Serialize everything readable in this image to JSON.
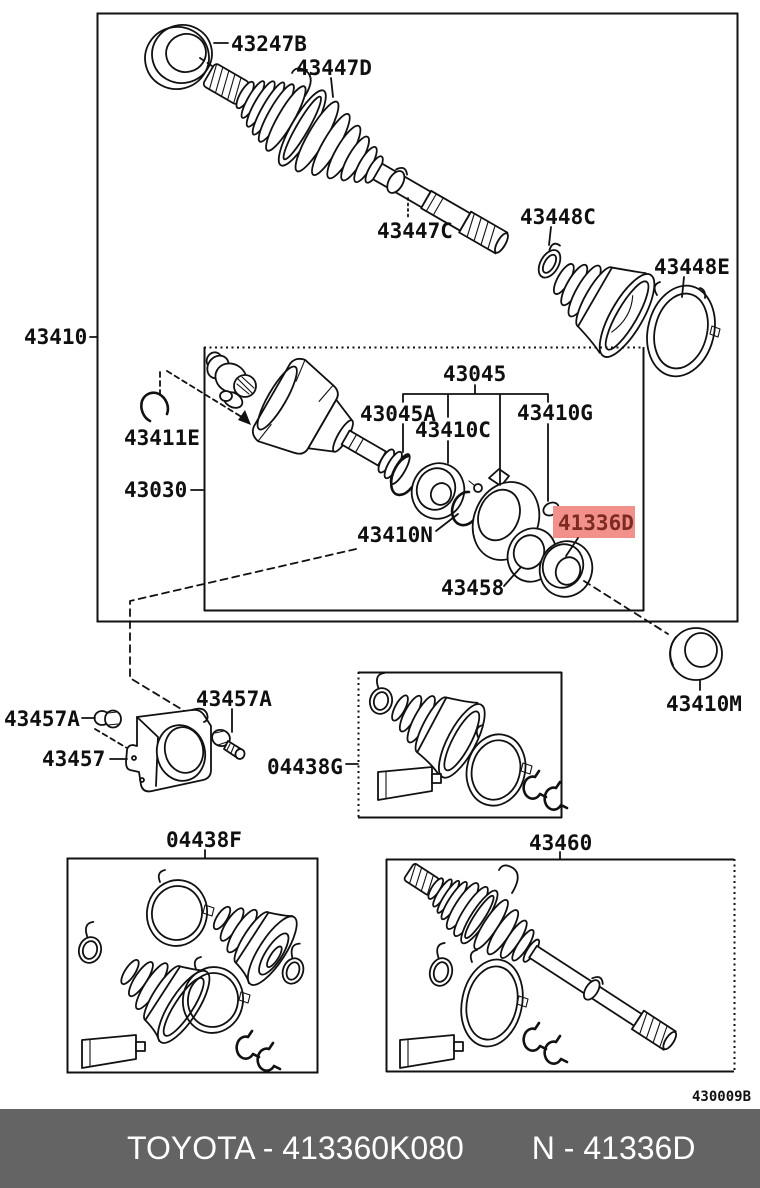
{
  "diagram": {
    "figure_code": "430009B",
    "callouts": {
      "p43247B": "43247B",
      "p43447D": "43447D",
      "p43447C": "43447C",
      "p43448C": "43448C",
      "p43448E": "43448E",
      "p43410": "43410",
      "p43411E": "43411E",
      "p43030": "43030",
      "p43045": "43045",
      "p43045A": "43045A",
      "p43410C": "43410C",
      "p43410G": "43410G",
      "p43410N": "43410N",
      "p41336D": "41336D",
      "p43458": "43458",
      "p43410M": "43410M",
      "p43457A": "43457A",
      "p43457": "43457",
      "p04438G": "04438G",
      "p04438F": "04438F",
      "p43460": "43460"
    },
    "highlight": {
      "part": "41336D",
      "bg_color": "#f2918c",
      "text_color": "#7c2a22"
    }
  },
  "footer": {
    "left_text": "TOYOTA - 413360K080",
    "right_text": "N - 41336D",
    "bg_color": "#646464",
    "text_color": "#ffffff"
  }
}
